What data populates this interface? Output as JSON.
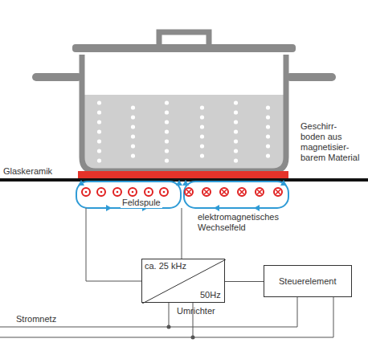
{
  "diagram": {
    "nodes": [
      {
        "text": [
          "ca. 25 kHz",
          "50Hz",
          "Umrichter"
        ]
      },
      {
        "text": [
          "Steuerelement"
        ]
      }
    ],
    "edges": [
      {
        "from": 0,
        "to": 1,
        "arrow": "none"
      }
    ],
    "labels": [
      "Geschirr- boden aus magnetisier- barem Material",
      "Glaskeramik",
      "Feldspule",
      "elektromagnetisches Wechselfeld",
      "Stromnetz"
    ]
  }
}
